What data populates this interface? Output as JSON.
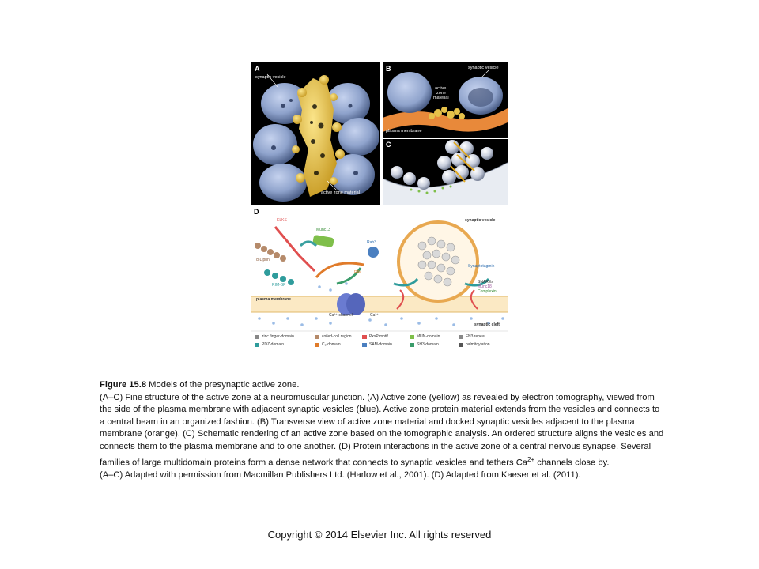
{
  "figure": {
    "panel_a": {
      "letter": "A",
      "synaptic_vesicle": "synaptic vesicle",
      "active_zone_material": "active zone material"
    },
    "panel_b": {
      "letter": "B",
      "synaptic_vesicle": "synaptic vesicle",
      "active": "active",
      "zone": "zone",
      "material": "material",
      "plasma_membrane": "plasma membrane"
    },
    "panel_c": {
      "letter": "C"
    },
    "panel_d": {
      "letter": "D",
      "synaptic_vesicle": "synaptic vesicle",
      "elks": "ELKS",
      "munc13": "Munc13",
      "rab3": "Rab3",
      "liprin": "α-Liprin",
      "rim": "RIM",
      "rim_bp": "RIM-BP",
      "synaptotagmin": "Synaptotagmin",
      "snares": "SNAREs",
      "munc18": "Munc18",
      "complexin": "Complexin",
      "plasma_membrane": "plasma membrane",
      "ca_channel": "Ca²⁺-channel",
      "ca_ion": "Ca²⁺",
      "synaptic_cleft": "synaptic cleft",
      "legend": [
        "zinc finger-domain",
        "coiled-coil region",
        "PxxP motif",
        "MUN-domain",
        "FN3 repeat",
        "PDZ-domain",
        "C₂-domain",
        "SAM-domain",
        "SH3-domain",
        "palmitoylation"
      ]
    }
  },
  "caption": {
    "figure_number": "Figure 15.8",
    "title": " Models of the presynaptic active zone.",
    "body_pre": "(A–C) Fine structure of the active zone at a neuromuscular junction. (A) Active zone (yellow) as revealed by electron tomography, viewed from the side of the plasma membrane with adjacent synaptic vesicles (blue). Active zone protein material extends from the vesicles and connects to a central beam in an organized fashion. (B) Transverse view of active zone material and docked synaptic vesicles adjacent to the plasma membrane (orange). (C) Schematic rendering of an active zone based on the tomographic analysis. An ordered structure aligns the vesicles and connects them to the plasma membrane and to one another. (D) Protein interactions in the active zone of a central nervous synapse. Several families of large multidomain proteins form a dense network that connects to synaptic vesicles and tethers Ca",
    "body_sup": "2+",
    "body_post": " channels close by.",
    "credits": "(A–C) Adapted with permission from Macmillan Publishers Ltd. (Harlow et al., 2001). (D) Adapted from Kaeser et al. (2011)."
  },
  "copyright": "Copyright © 2014 Elsevier Inc. All rights reserved",
  "colors": {
    "vesicle_blue": "#8fa3cc",
    "active_zone_yellow": "#e6c24a",
    "membrane_orange": "#e8893a",
    "panel_bg": "#000000"
  }
}
